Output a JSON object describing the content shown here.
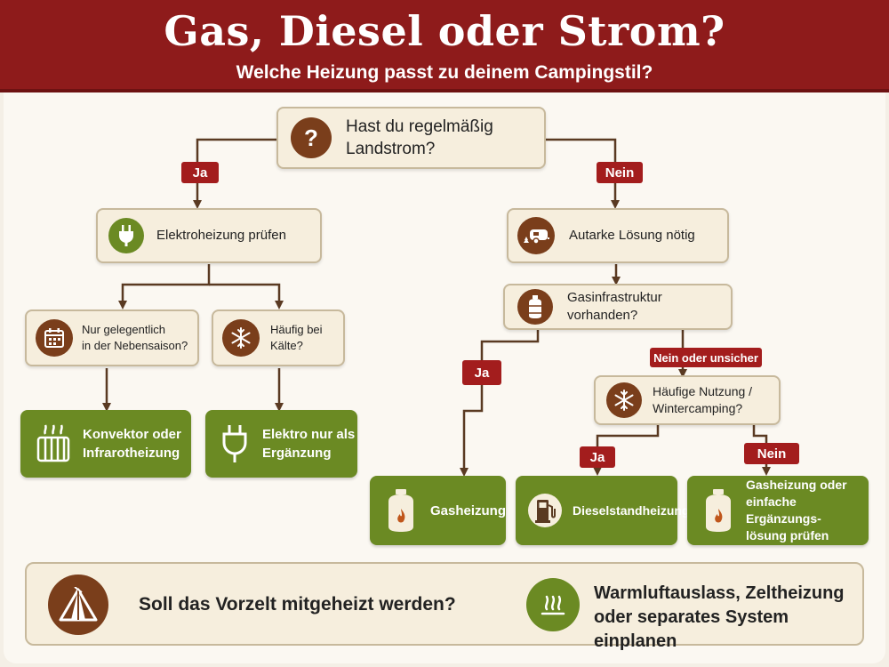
{
  "header": {
    "title": "Gas, Diesel oder Strom?",
    "subtitle": "Welche Heizung passt zu deinem Campingstil?"
  },
  "colors": {
    "header_bg": "#8e1b1b",
    "label_red": "#a31d1d",
    "result_green": "#6b8a23",
    "icon_brown": "#7a3e1b",
    "box_beige": "#f6eedd"
  },
  "question": {
    "icon": "question-icon",
    "line1": "Hast du regelmäßig",
    "line2": "Landstrom?"
  },
  "labels": {
    "ja_left": "Ja",
    "nein_right": "Nein",
    "ja_gas": "Ja",
    "nein_unsicher": "Nein oder unsicher",
    "ja_diesel": "Ja",
    "nein_gas_simple": "Nein"
  },
  "left": {
    "elektro": {
      "icon": "plug-icon",
      "text": "Elektroheizung prüfen"
    },
    "occasional": {
      "icon": "calendar-icon",
      "line1": "Nur gelegentlich",
      "line2": "in der Nebensaison?"
    },
    "cold": {
      "icon": "snowflake-icon",
      "line1": "Häufig bei",
      "line2": "Kälte?"
    },
    "result_convector": {
      "icon": "radiator-icon",
      "line1": "Konvektor oder",
      "line2": "Infrarotheizung"
    },
    "result_elektro": {
      "icon": "plug-icon",
      "line1": "Elektro nur als",
      "line2": "Ergänzung"
    }
  },
  "right": {
    "autark": {
      "icon": "camper-icon",
      "text": "Autarke Lösung nötig"
    },
    "gasinfra": {
      "icon": "gas-bottle-icon",
      "line1": "Gasinfrastruktur",
      "line2": "vorhanden?"
    },
    "winter": {
      "icon": "snowflake-icon",
      "line1": "Häufige Nutzung /",
      "line2": "Wintercamping?"
    },
    "result_gas": {
      "icon": "gas-bottle-icon",
      "text": "Gasheizung"
    },
    "result_diesel": {
      "icon": "fuel-pump-icon",
      "text": "Dieselstandheizung"
    },
    "result_gas_simple": {
      "icon": "gas-bottle-icon",
      "line1": "Gasheizung oder",
      "line2": "einfache Ergänzungs-",
      "line3": "lösung prüfen"
    }
  },
  "bottom": {
    "tent_icon": "tent-icon",
    "question": "Soll das Vorzelt mitgeheizt werden?",
    "heat_icon": "heat-waves-icon",
    "answer_line1": "Warmluftauslass, Zeltheizung",
    "answer_line2": "oder separates System einplanen"
  }
}
